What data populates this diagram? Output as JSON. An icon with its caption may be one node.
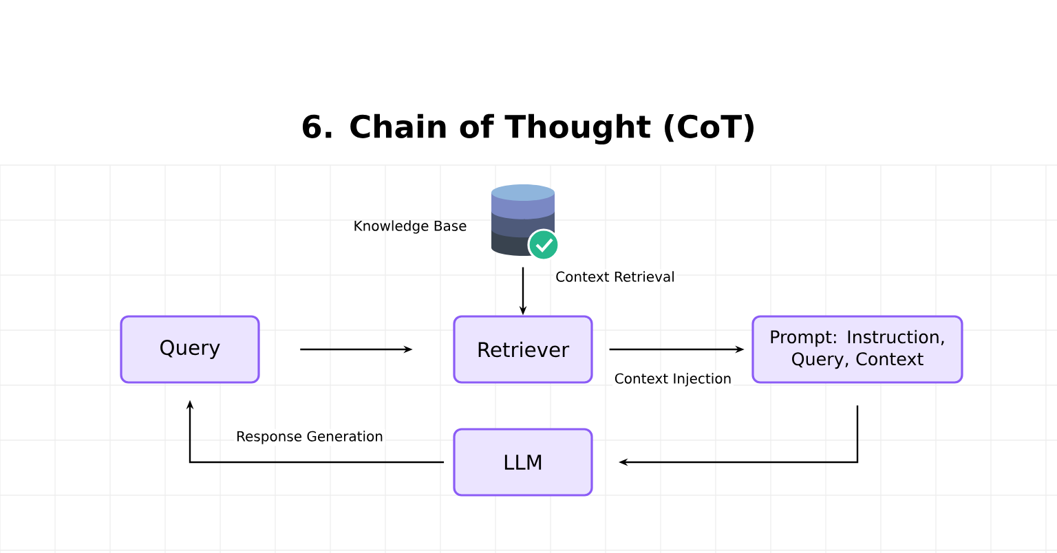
{
  "diagram": {
    "title": "6. Chain of Thought (CoT)",
    "nodes": [
      {
        "text": [],
        "shape": "cylinder",
        "beside": [
          "Knowledge Base"
        ]
      },
      {
        "text": [
          "Query"
        ]
      },
      {
        "text": [
          "Retriever"
        ]
      },
      {
        "text": [
          "Prompt: Instruction, Query, Context"
        ]
      },
      {
        "text": [
          "LLM"
        ]
      }
    ],
    "edges": [
      {
        "from": 0,
        "to": 2,
        "arrow": "to",
        "label": "Context Retrieval"
      },
      {
        "from": 1,
        "to": 2,
        "arrow": "to"
      },
      {
        "from": 2,
        "to": 3,
        "arrow": "to",
        "label": "Context Injection"
      },
      {
        "from": 3,
        "to": 4,
        "arrow": "to"
      },
      {
        "from": 4,
        "to": 1,
        "arrow": "to",
        "label": "Response Generation"
      }
    ]
  }
}
